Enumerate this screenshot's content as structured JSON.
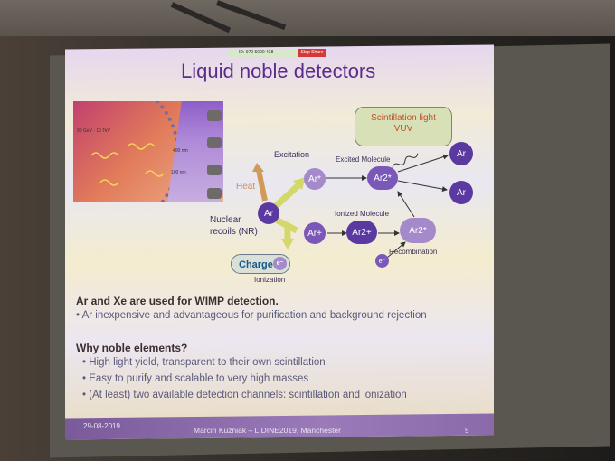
{
  "screen_share": {
    "meeting_id": "ID: 970 5000 438",
    "stop_label": "Stop Share"
  },
  "slide": {
    "title": "Liquid noble detectors",
    "inset": {
      "energy_label": "90 GeV - 10 TeV",
      "wavelength_1": "400 nm",
      "wavelength_2": "100 nm"
    },
    "diagram": {
      "scintillation_light": "Scintillation light",
      "vuv": "VUV",
      "excitation": "Excitation",
      "excited_molecule": "Excited Molecule",
      "ionized_molecule": "Ionized Molecule",
      "heat": "Heat",
      "nuclear_recoils_1": "Nuclear",
      "nuclear_recoils_2": "recoils  (NR)",
      "charge": "Charge",
      "ionization": "Ionization",
      "recombination": "Recombination",
      "electron": "e⁻",
      "nodes": {
        "ar": "Ar",
        "ar_star": "Ar*",
        "ar_plus": "Ar+",
        "ar2_star": "Ar2*",
        "ar2_plus": "Ar2+",
        "ar2_star_b": "Ar2*"
      }
    },
    "bullets_1": {
      "heading": "Ar and Xe are used for WIMP detection.",
      "items": [
        "• Ar inexpensive and advantageous for purification and background rejection"
      ]
    },
    "bullets_2": {
      "heading": "Why noble elements?",
      "items": [
        "• High light yield, transparent to their own scintillation",
        "• Easy to purify and scalable to very high masses",
        "• (At least) two available detection channels: scintillation and ionization"
      ]
    },
    "footer": {
      "date": "29-08-2019",
      "author": "Marcin Kuźniak – LIDINE2019, Manchester",
      "page": "5"
    }
  },
  "colors": {
    "title": "#5a2d8c",
    "footer_bar": "#8a6aa8",
    "node_dark": "#5a3aa0",
    "node_light": "#a48acb",
    "arrow_yellow": "#d4d86a",
    "arrow_heat": "#d09a5a"
  }
}
